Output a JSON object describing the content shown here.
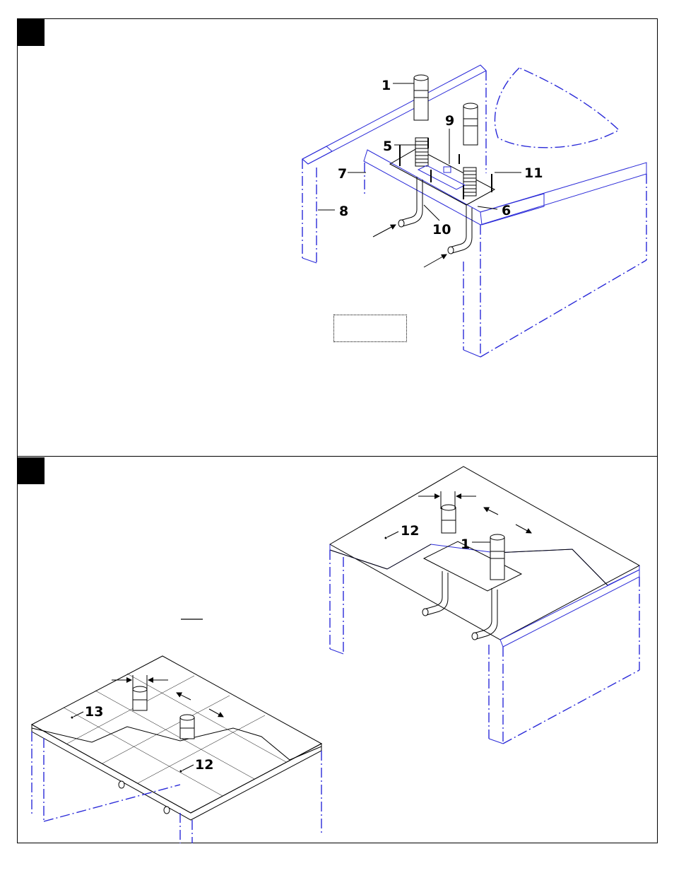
{
  "colors": {
    "ink": "#000000",
    "construction": "#2a2ad8",
    "background": "#ffffff"
  },
  "panel_top": {
    "callouts": {
      "c1": "1",
      "c5": "5",
      "c6": "6",
      "c7": "7",
      "c8": "8",
      "c9": "9",
      "c10": "10",
      "c11": "11"
    }
  },
  "panel_bottom": {
    "callouts": {
      "c1": "1",
      "c12a": "12",
      "c12b": "12",
      "c13": "13"
    }
  }
}
